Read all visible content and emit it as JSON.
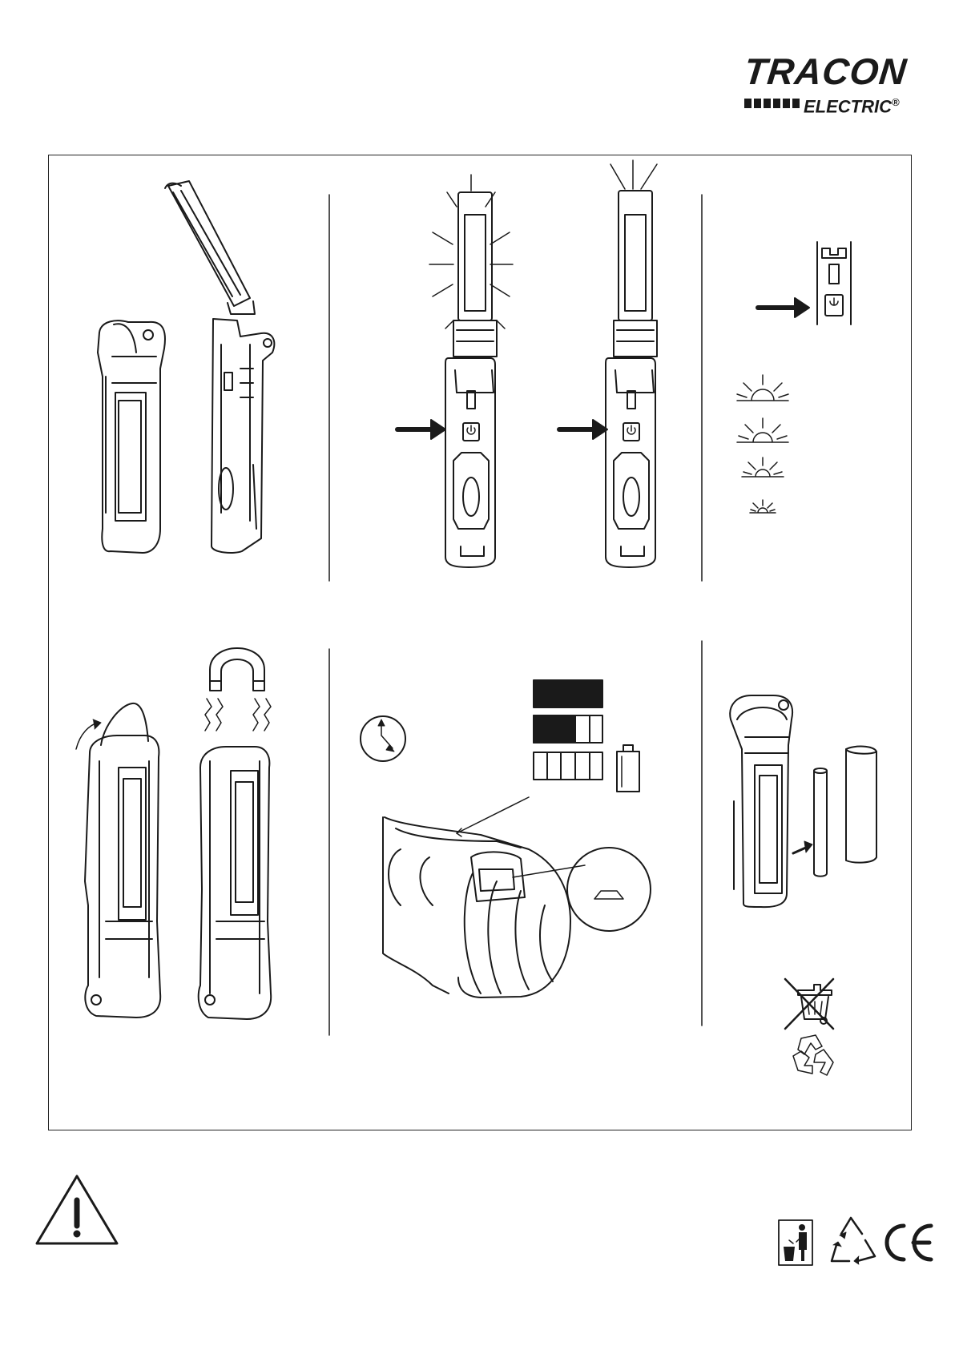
{
  "logo": {
    "brand": "TRACON",
    "sub": "ELECTRIC",
    "registered": "®"
  },
  "icons": {
    "logo": "tracon-electric-logo",
    "power": "power-icon",
    "light_level": "light-level-icon",
    "clock": "clock-icon",
    "battery": "battery-icon",
    "weee": "crossed-out-bin-icon",
    "recycle": "recycle-icon",
    "warning": "warning-triangle-icon",
    "tidyman": "tidyman-icon",
    "ce": "ce-mark-icon"
  },
  "colors": {
    "ink": "#1a1a1a",
    "paper": "#ffffff"
  },
  "battery_indicator_levels": [
    1,
    0.6,
    0
  ]
}
